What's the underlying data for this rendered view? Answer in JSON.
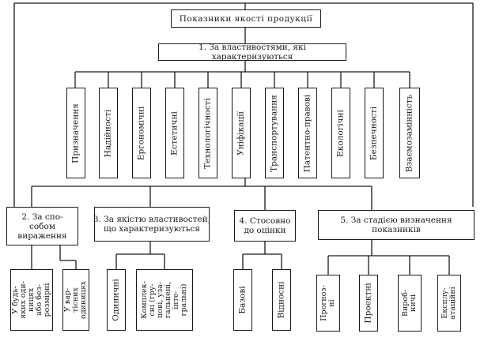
{
  "root": {
    "label": "Показники якості продукції"
  },
  "by_properties": {
    "label": "1. За властивостями, які характеризуються",
    "items": [
      "Призначення",
      "Надійності",
      "Ергономічні",
      "Естетичні",
      "Технологічності",
      "Уніфікації",
      "Транспортування",
      "Патентно-правові",
      "Екологічні",
      "Безпечності",
      "Взаємозамінність"
    ]
  },
  "by_expression": {
    "label": "2. За спо-\nсобом\nвираження",
    "items": [
      "У будь-\nяких оди-\nницях\nабо без-\nрозмірні",
      "У вар-\nтісних\nодиницях"
    ]
  },
  "by_quality": {
    "label": "3. За якістю властивостей,\nщо характеризуються",
    "items": [
      "Одиничні",
      "Комплек-\nсні (гру-\nпові, уза-\nгальнені,\nінте-\nгральні)"
    ]
  },
  "by_evaluation": {
    "label": "4. Стосовно\nдо оцінки",
    "items": [
      "Базові",
      "Відносні"
    ]
  },
  "by_stage": {
    "label": "5. За стадією визначення\nпоказників",
    "items": [
      "Прогноз-\nні",
      "Проектні",
      "Вироб-\nничі",
      "Експлу-\nатаційні"
    ]
  }
}
